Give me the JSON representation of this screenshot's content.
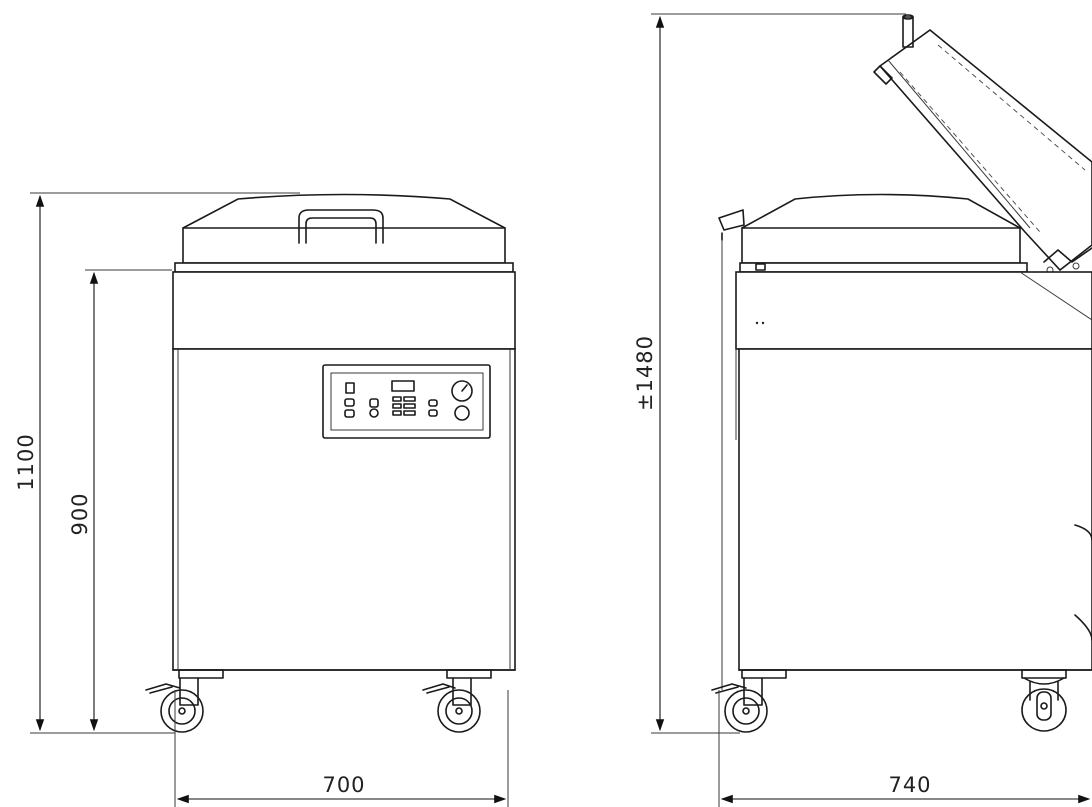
{
  "drawing": {
    "dimensions": {
      "front_height_total": "1100",
      "front_height_body": "900",
      "front_width": "700",
      "side_height_open": "±1480",
      "side_depth": "740"
    }
  }
}
